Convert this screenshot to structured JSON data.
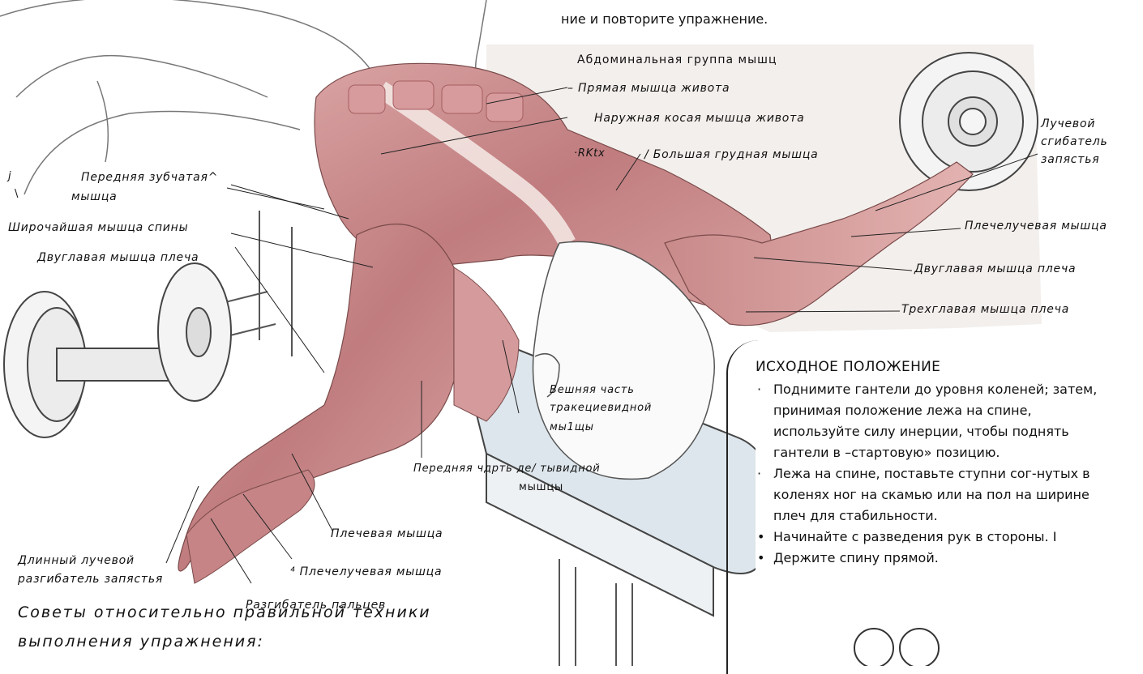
{
  "top_note": "ние и повторите упражнение.",
  "group_title": "Абдоминальная группа мышц",
  "labels": {
    "rectus_abdominis": "–  Прямая мышца живота",
    "external_oblique": "Наружная косая мышца живота",
    "rktx_mark": "·RKtx",
    "pectoralis_major": "/  Большая грудная мышца",
    "radial_flexor": [
      "Лучевой",
      "сгибатель",
      "запястья"
    ],
    "j_mark": "j",
    "bar_mark": "\\",
    "serratus": "Передняя зубчатая^",
    "serratus_2": "мышца",
    "latissimus": "Широчайшая мышца спины",
    "biceps_left": "Двуглавая мышца плеча",
    "brachioradialis_right": "Плечелучевая   мышца",
    "biceps_right": "Двуглавая мышца плеча",
    "triceps_right": "Трехглавая мышца плеча",
    "trapezius": [
      "Вешняя   часть",
      "тракециевидной",
      "мы1щы"
    ],
    "front_deltoid": "Передняя чдрть де/ тывидной",
    "front_deltoid_2": "мышцы",
    "brachialis": "Плечевая  мышца",
    "ext_carpi_radialis": [
      "Длинный  лучевой",
      "разгибатель  запястья"
    ],
    "brachioradialis_left": "⁴  Плечелучевая  мышца",
    "ext_digitorum": "Разгибатель  пальцев"
  },
  "panel": {
    "title": "ИСХОДНОЕ ПОЛОЖЕНИЕ",
    "steps": [
      {
        "bullet": "·",
        "text": "Поднимите гантели до уровня коленей; затем, принимая положение лежа на спине, используйте силу инерции, чтобы поднять гантели в –стартовую» позицию."
      },
      {
        "bullet": "·",
        "text": "Лежа на спине, поставьте ступни сог-нутых в коленях ног на скамью или на пол на ширине плеч для стабильности."
      },
      {
        "bullet": "•",
        "text": "Начинайте с разведения рук в стороны.  I"
      },
      {
        "bullet": "•",
        "text": "Держите спину прямой."
      }
    ]
  },
  "tips": {
    "line1": "Советы   относительно   правильной   техники",
    "line2": "выполнения      упражнения:"
  },
  "colors": {
    "muscle": "#c98a8a",
    "muscle_dark": "#b06a6c",
    "tendon": "#e9d9d4",
    "bench": "#dfe7ec",
    "line": "#333333"
  }
}
